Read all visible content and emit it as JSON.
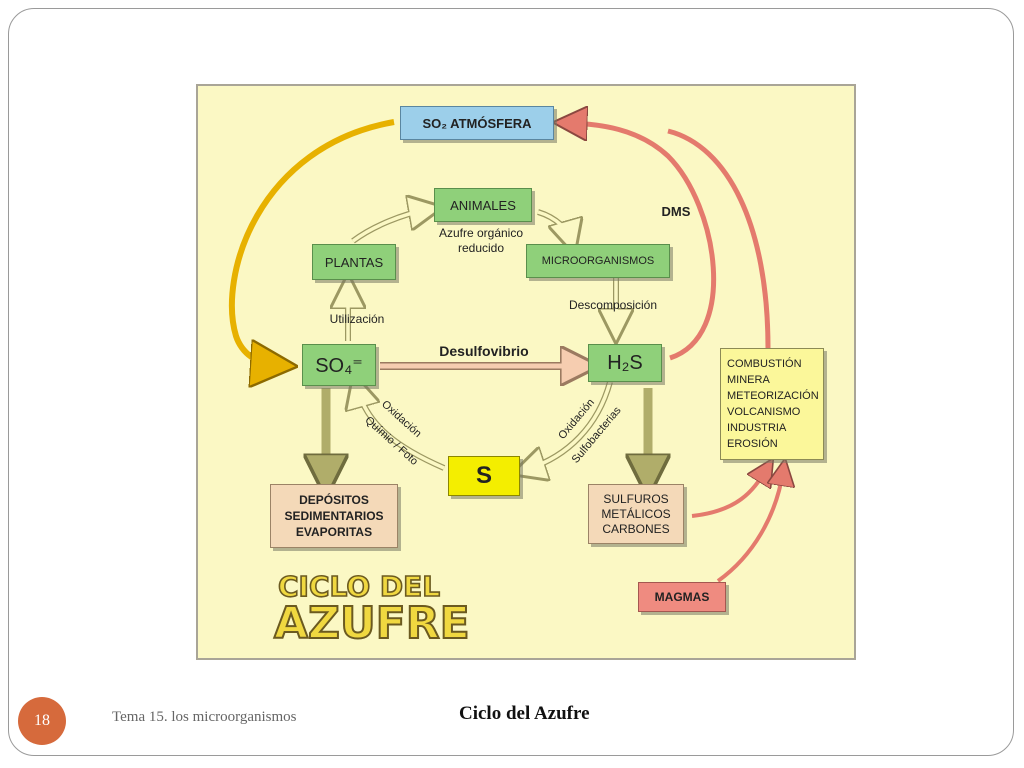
{
  "diagram": {
    "nodes": {
      "so2": "SO₂ ATMÓSFERA",
      "animales": "ANIMALES",
      "plantas": "PLANTAS",
      "microorganismos": "MICROORGANISMOS",
      "so4": "SO₄⁼",
      "h2s": "H₂S",
      "s": "S",
      "depositos": [
        "DEPÓSITOS",
        "SEDIMENTARIOS",
        "EVAPORITAS"
      ],
      "sulfuros": [
        "SULFUROS",
        "METÁLICOS",
        "CARBONES"
      ],
      "fuentes": [
        "COMBUSTIÓN",
        "MINERA",
        "METEORIZACIÓN",
        "VOLCANISMO",
        "INDUSTRIA",
        "EROSIÓN"
      ],
      "magmas": "MAGMAS"
    },
    "labels": {
      "azufre_organico": [
        "Azufre orgánico",
        "reducido"
      ],
      "utilizacion": "Utilización",
      "descomposicion": "Descomposición",
      "desulfovibrio": "Desulfovibrio",
      "dms": "DMS",
      "oxidacion_left": "Oxidación",
      "quimio_foto": "Químio / Foto",
      "oxidacion_right": "Oxidación",
      "sulfobacterias": "Sulfobacterias"
    },
    "title": [
      "CICLO DEL",
      "AZUFRE"
    ],
    "colors": {
      "background": "#fbf8c4",
      "gold_arrow": "#e7b100",
      "red_arrow": "#e47a6d",
      "olive_arrow": "#b0ad6a",
      "title_fill": "#f0d840"
    }
  },
  "footer": {
    "slide_number": "18",
    "topic": "Tema 15. los microorganismos",
    "title": "Ciclo del Azufre"
  }
}
